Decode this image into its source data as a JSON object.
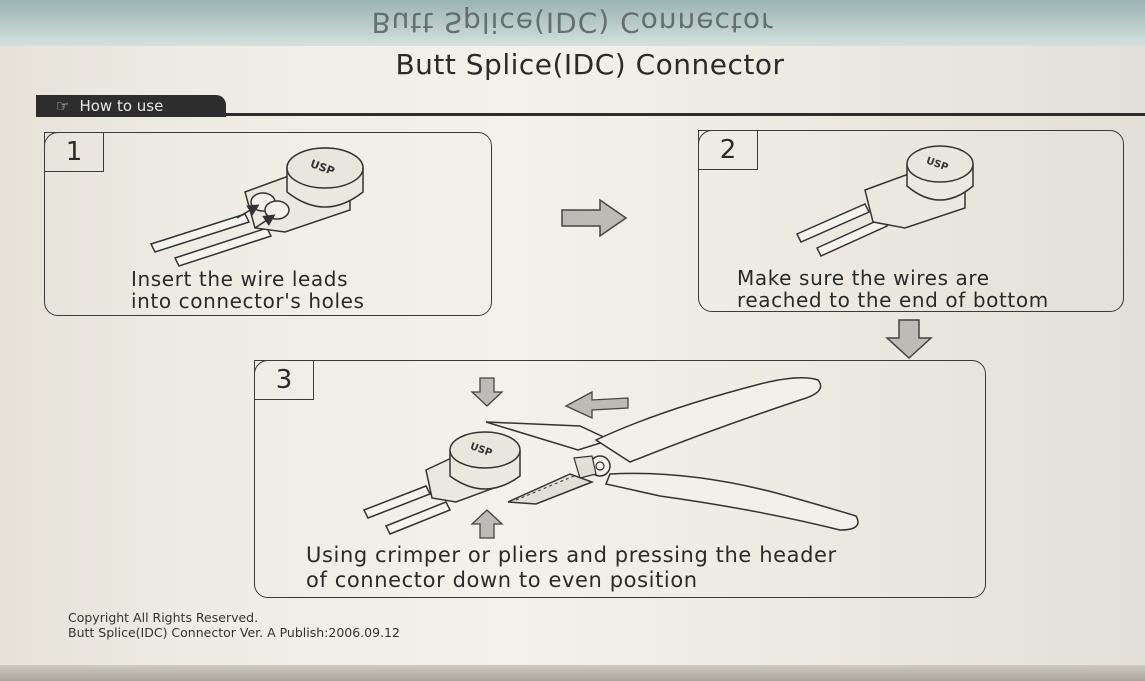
{
  "header": {
    "mirror_title": "Butt Splice(IDC) Connector",
    "title": "Butt Splice(IDC) Connector"
  },
  "how_to_use": {
    "label": "How to use"
  },
  "steps": [
    {
      "number": "1",
      "caption_lines": [
        "Insert the wire leads",
        "into connector's holes"
      ]
    },
    {
      "number": "2",
      "caption_lines": [
        "Make sure the wires are",
        "reached  to the end of bottom"
      ]
    },
    {
      "number": "3",
      "caption_lines": [
        "Using crimper or pliers and pressing the header",
        "of connector down to even position"
      ]
    }
  ],
  "connector_logo": "USP",
  "footer": {
    "line1": "Copyright All Rights Reserved.",
    "line2": "Butt Splice(IDC) Connector   Ver. A   Publish:2006.09.12"
  }
}
